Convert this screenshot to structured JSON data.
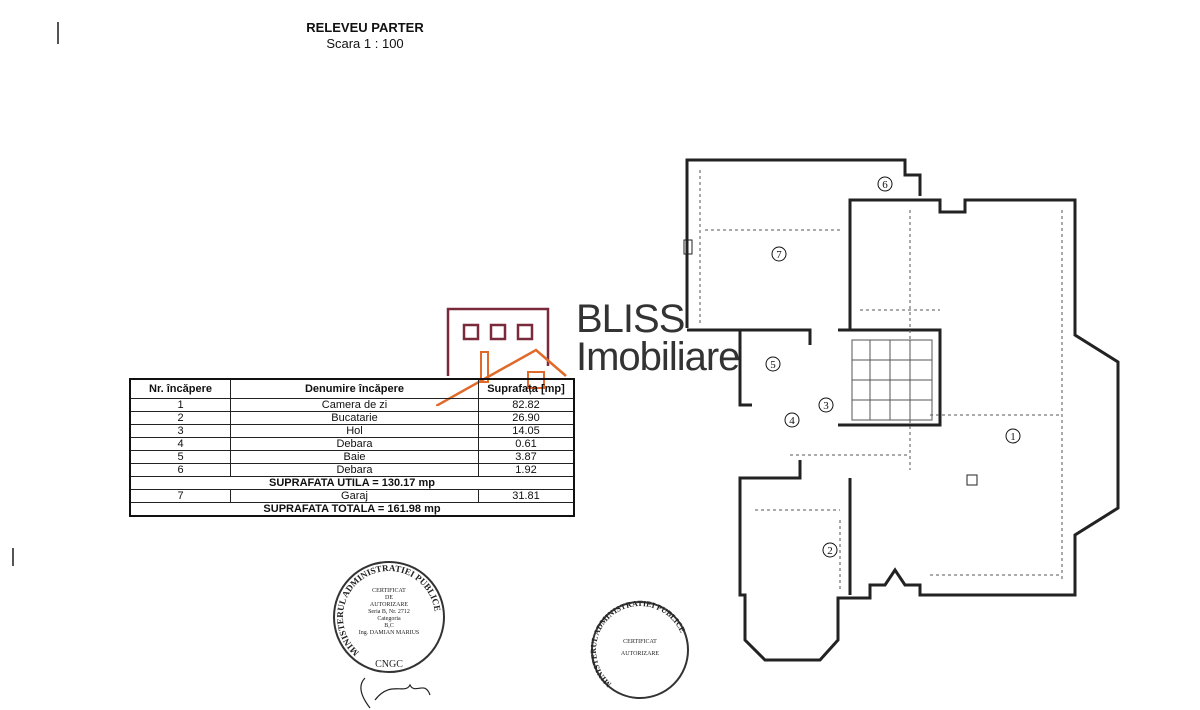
{
  "header": {
    "title": "RELEVEU PARTER",
    "scale": "Scara 1 : 100"
  },
  "table": {
    "headers": [
      "Nr. încăpere",
      "Denumire încăpere",
      "Suprafața [mp]"
    ],
    "rows": [
      {
        "nr": "1",
        "name": "Camera de zi",
        "area": "82.82"
      },
      {
        "nr": "2",
        "name": "Bucatarie",
        "area": "26.90"
      },
      {
        "nr": "3",
        "name": "Hol",
        "area": "14.05"
      },
      {
        "nr": "4",
        "name": "Debara",
        "area": "0.61"
      },
      {
        "nr": "5",
        "name": "Baie",
        "area": "3.87"
      },
      {
        "nr": "6",
        "name": "Debara",
        "area": "1.92"
      }
    ],
    "useful_total": "SUPRAFATA UTILA = 130.17 mp",
    "garage": {
      "nr": "7",
      "name": "Garaj",
      "area": "31.81"
    },
    "grand_total": "SUPRAFATA TOTALA = 161.98 mp"
  },
  "logo": {
    "line1": "BLISS",
    "line2": "Imobiliare",
    "brand_color": "#7a2a3a",
    "accent_color": "#e06a2a"
  },
  "plan": {
    "room_labels": [
      "1",
      "2",
      "3",
      "4",
      "5",
      "6",
      "7"
    ]
  },
  "stamps": {
    "ring": "MINISTERUL ADMINISTRATIEI PUBLICE",
    "inner": [
      "CERTIFICAT",
      "DE",
      "AUTORIZARE",
      "Seria B, Nr. 2712",
      "Categoria",
      "B,C",
      "Ing. DAMIAN MARIUS"
    ],
    "bottom": "CNGC"
  }
}
